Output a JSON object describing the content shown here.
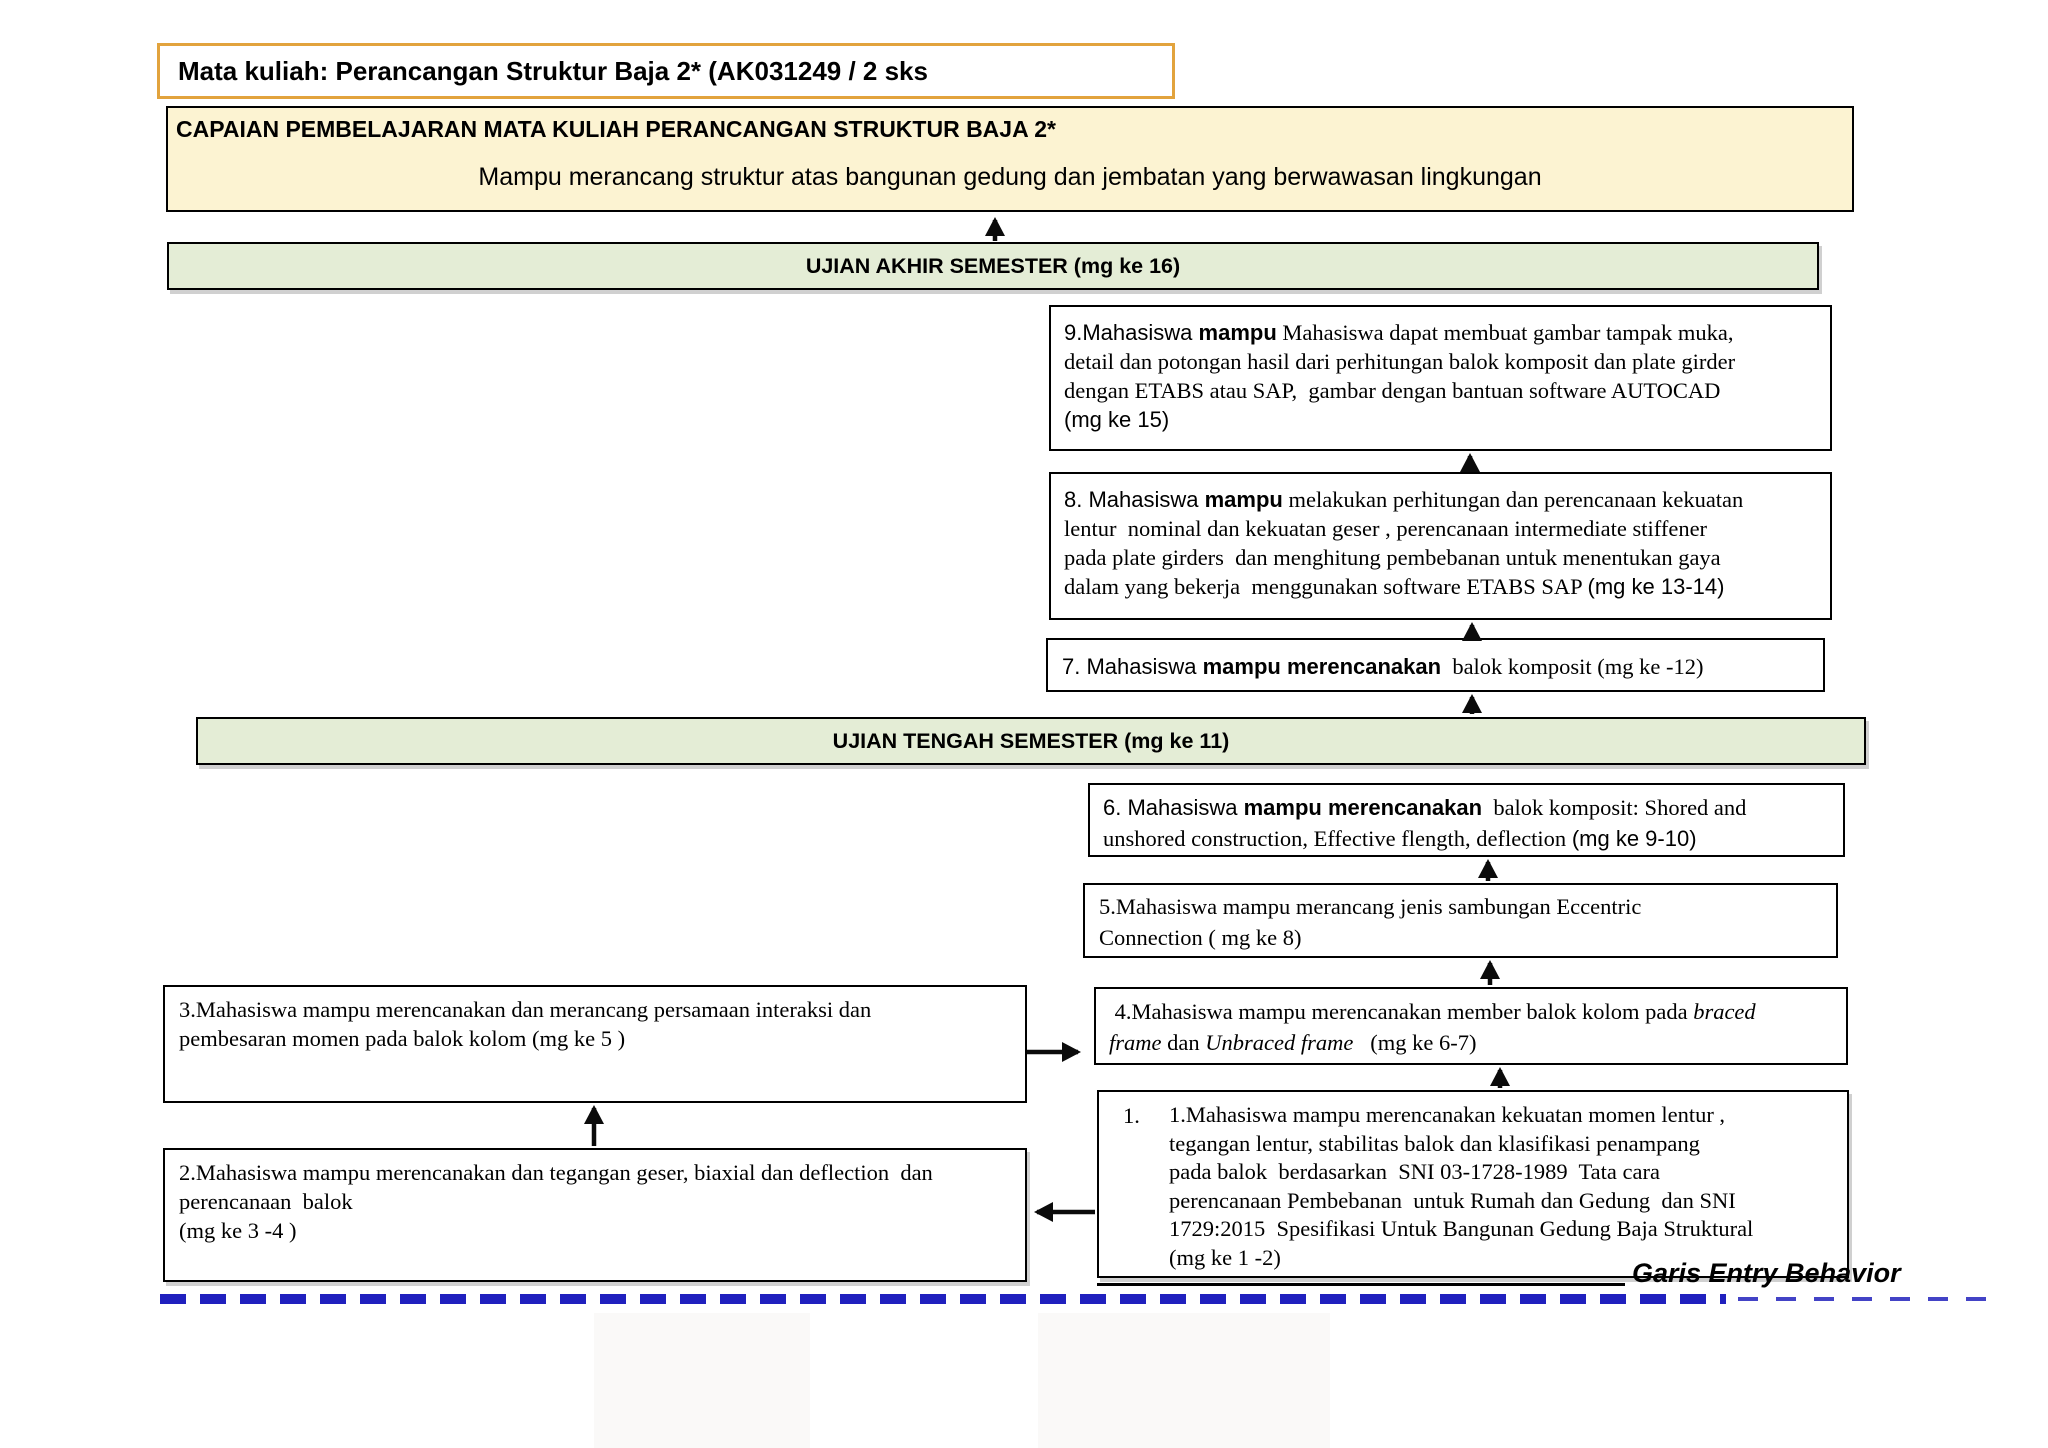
{
  "page": {
    "title": "Mata kuliah: Perancangan Struktur Baja 2* (AK031249 / 2 sks"
  },
  "capaian": {
    "heading": "CAPAIAN PEMBELAJARAN MATA KULIAH PERANCANGAN STRUKTUR BAJA 2*",
    "description": "Mampu merancang  struktur atas bangunan gedung dan jembatan yang berwawasan lingkungan"
  },
  "exam_bars": {
    "uas": "UJIAN AKHIR SEMESTER (mg ke 16)",
    "uts": "UJIAN TENGAH SEMESTER (mg ke 11)"
  },
  "outcomes": {
    "o9": {
      "runs": [
        {
          "t": "9.Mahasiswa ",
          "f": "sans"
        },
        {
          "t": "mampu",
          "f": "sans",
          "b": true
        },
        {
          "t": " Mahasiswa dapat membuat gambar tampak muka,\ndetail dan potongan hasil dari perhitungan balok komposit dan plate girder\ndengan ETABS atau SAP,  gambar dengan bantuan software AUTOCAD\n",
          "f": "serif"
        },
        {
          "t": "(mg ke 15)",
          "f": "sans"
        }
      ]
    },
    "o8": {
      "runs": [
        {
          "t": "8. Mahasiswa ",
          "f": "sans"
        },
        {
          "t": "mampu",
          "f": "sans",
          "b": true
        },
        {
          "t": " melakukan perhitungan dan perencanaan kekuatan\nlentur  nominal dan kekuatan geser , perencanaan intermediate stiffener\npada plate girders  dan menghitung pembebanan untuk menentukan gaya\ndalam yang bekerja  menggunakan software ETABS SAP ",
          "f": "serif"
        },
        {
          "t": "(mg ke 13-14)",
          "f": "sans"
        }
      ]
    },
    "o7": {
      "runs": [
        {
          "t": "7. Mahasiswa ",
          "f": "sans"
        },
        {
          "t": "mampu merencanakan",
          "f": "sans",
          "b": true
        },
        {
          "t": "  balok komposit (mg ke -12)",
          "f": "serif"
        }
      ]
    },
    "o6": {
      "runs": [
        {
          "t": "6. Mahasiswa ",
          "f": "sans"
        },
        {
          "t": "mampu merencanakan",
          "f": "sans",
          "b": true
        },
        {
          "t": "  balok komposit: Shored and\nunshored construction, Effective flength, deflection ",
          "f": "serif"
        },
        {
          "t": "(mg ke 9-10)",
          "f": "sans"
        }
      ]
    },
    "o5": {
      "runs": [
        {
          "t": "5.Mahasiswa mampu merancang jenis sambungan Eccentric\nConnection ( mg ke 8)",
          "f": "serif"
        }
      ]
    },
    "o4": {
      "runs": [
        {
          "t": " 4.Mahasiswa mampu merencanakan member balok kolom pada ",
          "f": "serif"
        },
        {
          "t": "braced\nframe",
          "f": "serif",
          "i": true
        },
        {
          "t": " dan ",
          "f": "serif"
        },
        {
          "t": "Unbraced frame",
          "f": "serif",
          "i": true
        },
        {
          "t": "   (mg ke 6-7)",
          "f": "serif"
        }
      ]
    },
    "o3": {
      "runs": [
        {
          "t": "3.Mahasiswa mampu merencanakan dan merancang persamaan interaksi dan\npembesaran momen pada balok kolom (mg ke 5 )",
          "f": "serif"
        }
      ]
    },
    "o2": {
      "runs": [
        {
          "t": "2.Mahasiswa mampu merencanakan dan tegangan geser, biaxial dan deflection  dan\nperencanaan  balok\n(mg ke 3 -4 )",
          "f": "serif"
        }
      ]
    },
    "o1": {
      "marker": "1.",
      "runs": [
        {
          "t": "1.Mahasiswa mampu merencanakan kekuatan momen lentur ,\ntegangan lentur, stabilitas balok dan klasifikasi penampang\npada balok  berdasarkan  SNI 03-1728-1989  Tata cara\nperencanaan Pembebanan  untuk Rumah dan Gedung  dan SNI\n1729:2015  Spesifikasi Untuk Bangunan Gedung Baja Struktural\n(mg ke 1 -2)",
          "f": "serif"
        }
      ]
    }
  },
  "entry_line": {
    "label": "Garis Entry Behavior"
  },
  "colors": {
    "accent_border": "#e2a33d",
    "capaian_bg": "#fcf3d2",
    "bar_bg": "#e4edd6",
    "dash_blue": "#2020be",
    "dash_blue_thin": "#4343c6",
    "arrow_black": "#0b0b0b"
  }
}
